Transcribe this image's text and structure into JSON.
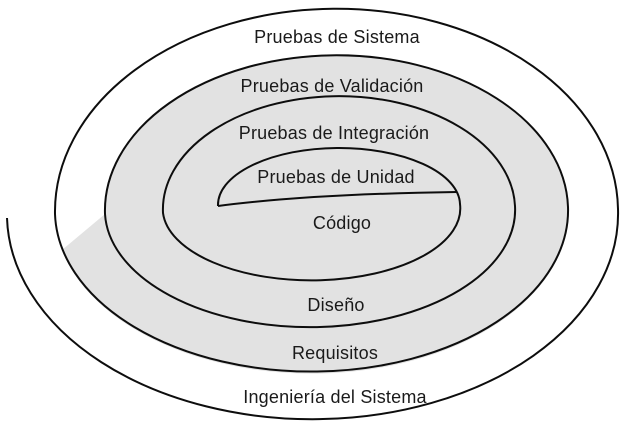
{
  "spiral": {
    "diagram_type": "testing-strategy-spiral",
    "bands": [
      {
        "label": "Pruebas de Sistema",
        "position": "top",
        "shaded": false
      },
      {
        "label": "Pruebas de Validación",
        "position": "top",
        "shaded": true
      },
      {
        "label": "Pruebas de Integración",
        "position": "top",
        "shaded": true
      },
      {
        "label": "Pruebas de Unidad",
        "position": "top",
        "shaded": true
      },
      {
        "label": "Código",
        "position": "bottom",
        "shaded": true
      },
      {
        "label": "Diseño",
        "position": "bottom",
        "shaded": true
      },
      {
        "label": "Requisitos",
        "position": "bottom",
        "shaded": true
      },
      {
        "label": "Ingeniería del Sistema",
        "position": "bottom",
        "shaded": false
      }
    ],
    "colors": {
      "shaded_band": "#e2e2e2",
      "line": "#0d0d0d",
      "text": "#1a1a1a",
      "background": "#ffffff"
    }
  }
}
